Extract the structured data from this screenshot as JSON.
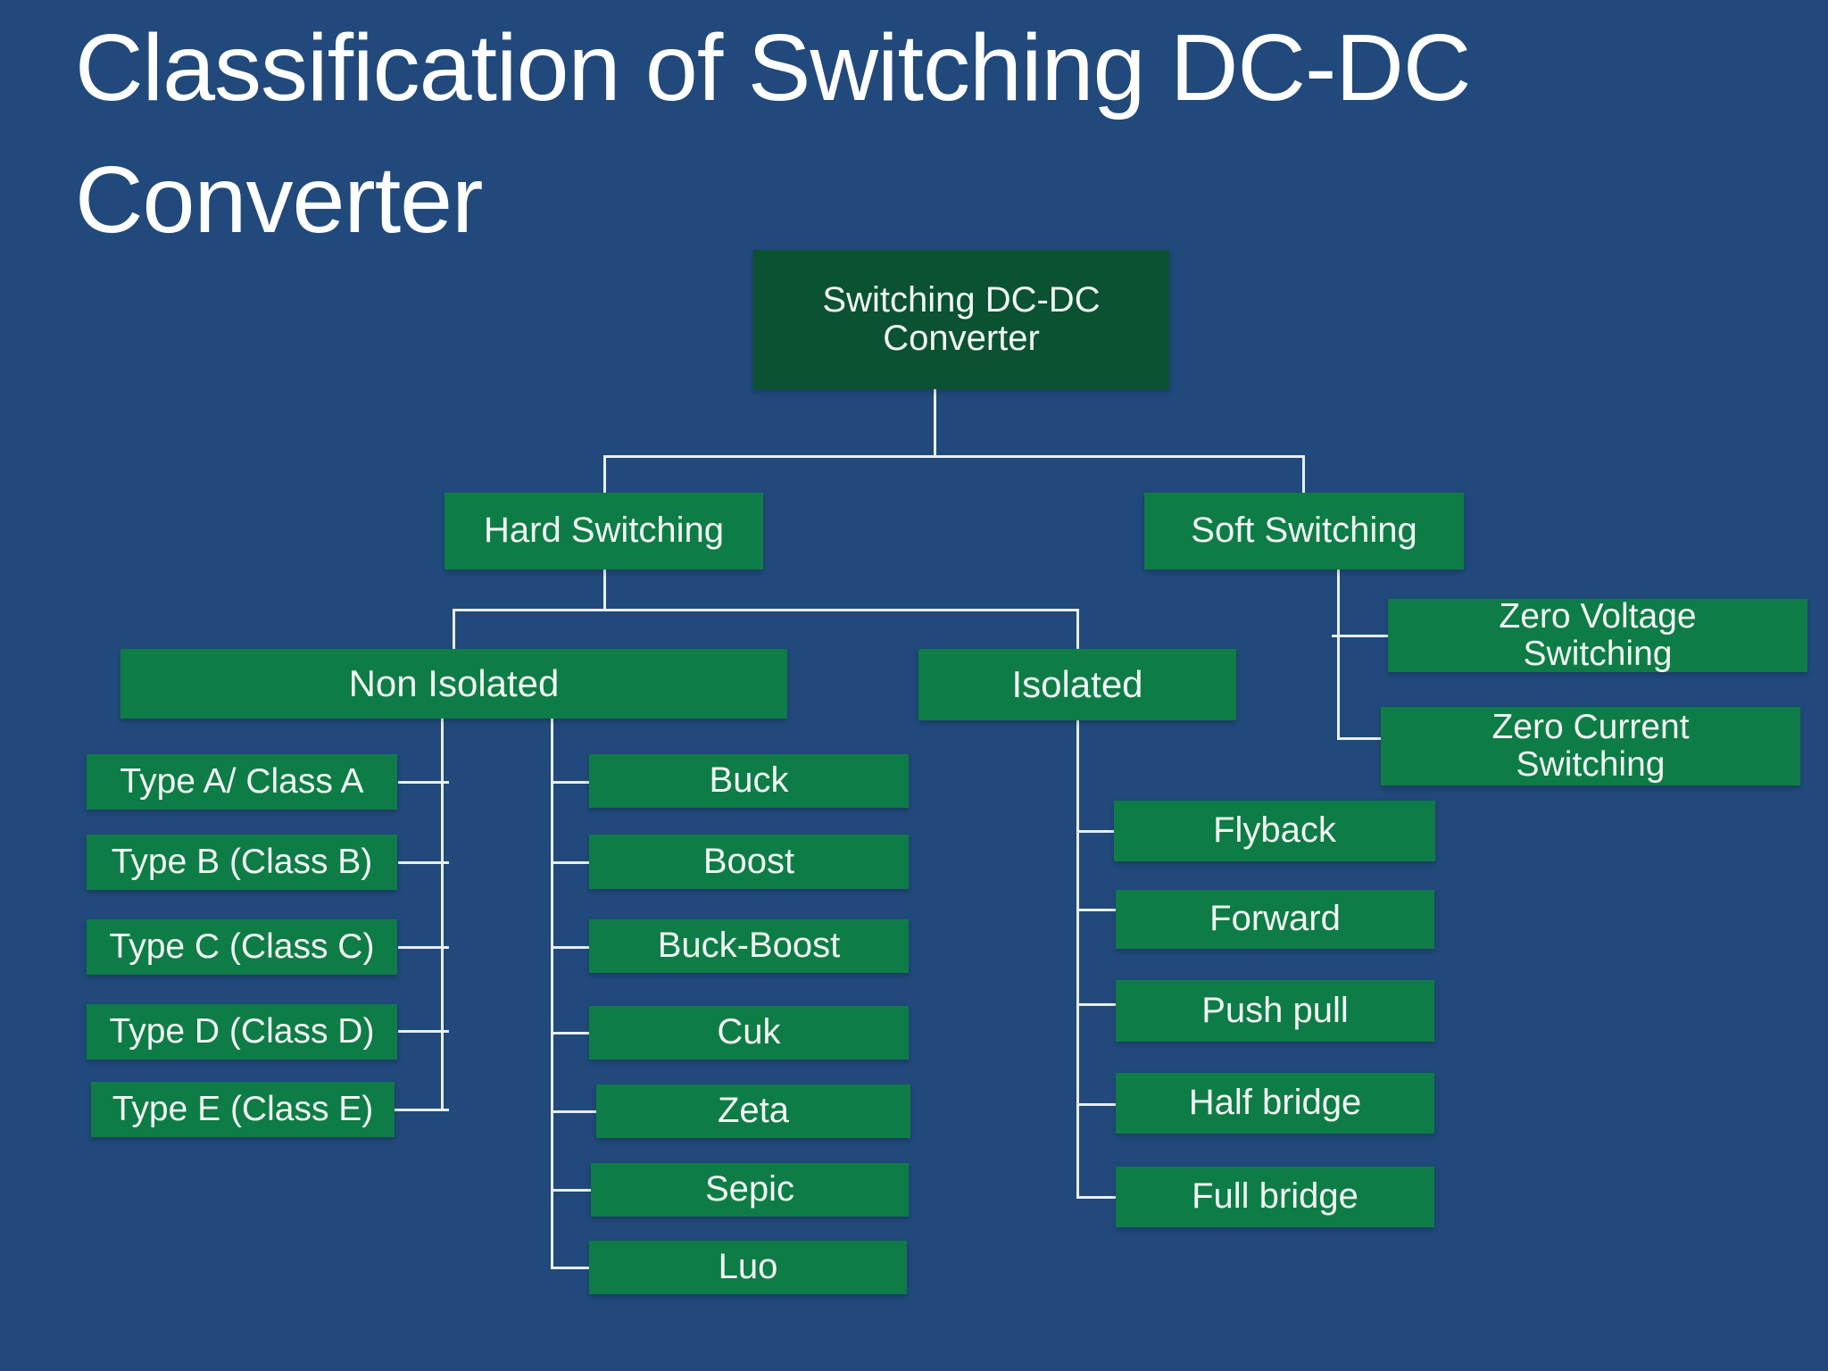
{
  "slide": {
    "title_line1": "Classification of Switching DC-DC",
    "title_line2": "Converter"
  },
  "colors": {
    "background": "#21497b",
    "node_green": "#0e7c46",
    "root_green": "#0a5231",
    "text": "#f1f7f2",
    "title_text": "#ffffff",
    "connector": "#e9eff5"
  },
  "nodes": {
    "root": {
      "label": "Switching DC-DC Converter"
    },
    "hard": {
      "label": "Hard Switching"
    },
    "soft": {
      "label": "Soft Switching"
    },
    "zvs": {
      "label": "Zero Voltage Switching"
    },
    "zcs": {
      "label": "Zero Current Switching"
    },
    "non_isolated": {
      "label": "Non Isolated"
    },
    "isolated": {
      "label": "Isolated"
    },
    "type_a": {
      "label": "Type A/ Class A"
    },
    "type_b": {
      "label": "Type B (Class B)"
    },
    "type_c": {
      "label": "Type C (Class C)"
    },
    "type_d": {
      "label": "Type D (Class D)"
    },
    "type_e": {
      "label": "Type E (Class E)"
    },
    "buck": {
      "label": "Buck"
    },
    "boost": {
      "label": "Boost"
    },
    "buck_boost": {
      "label": "Buck-Boost"
    },
    "cuk": {
      "label": "Cuk"
    },
    "zeta": {
      "label": "Zeta"
    },
    "sepic": {
      "label": "Sepic"
    },
    "luo": {
      "label": "Luo"
    },
    "flyback": {
      "label": "Flyback"
    },
    "forward": {
      "label": "Forward"
    },
    "push_pull": {
      "label": "Push pull"
    },
    "half_bridge": {
      "label": "Half bridge"
    },
    "full_bridge": {
      "label": "Full bridge"
    }
  }
}
